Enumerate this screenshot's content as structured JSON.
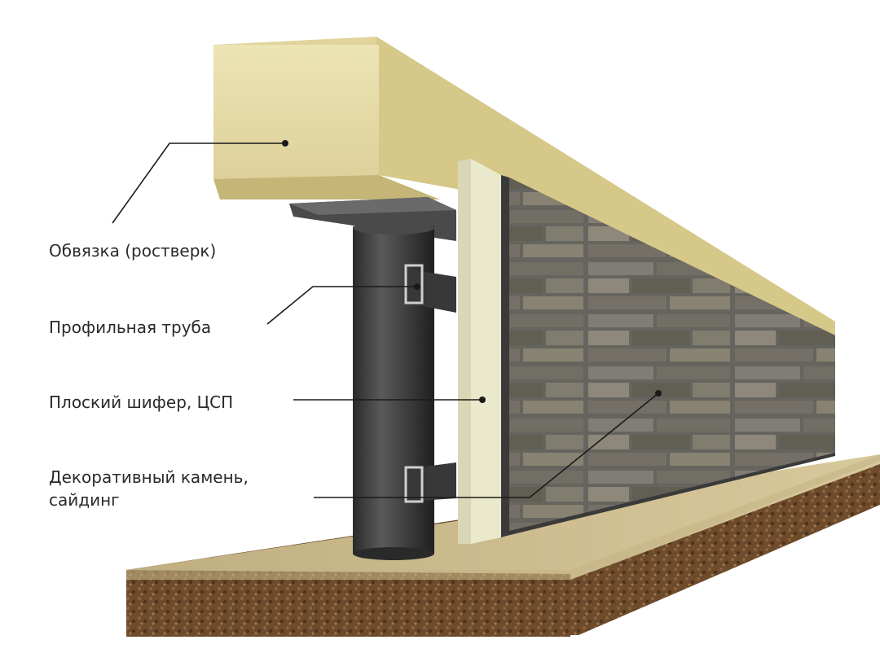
{
  "labels": {
    "beam": "Обвязка (ростверк)",
    "profile_pipe": "Профильная труба",
    "flat_slate": "Плоский шифер, ЦСП",
    "decorative_stone": "Декоративный камень,\nсайдинг"
  },
  "colors": {
    "beam_front": "#e6dca7",
    "beam_top": "#d9cc8e",
    "beam_side": "#cdbf7c",
    "pipe": "#3c3c3c",
    "slate_board": "#e8e6c8",
    "stone": "#7c7a72",
    "ground_top": "#c9b98c",
    "soil": "#6b4a2c",
    "leader_line": "#1a1a1a"
  }
}
